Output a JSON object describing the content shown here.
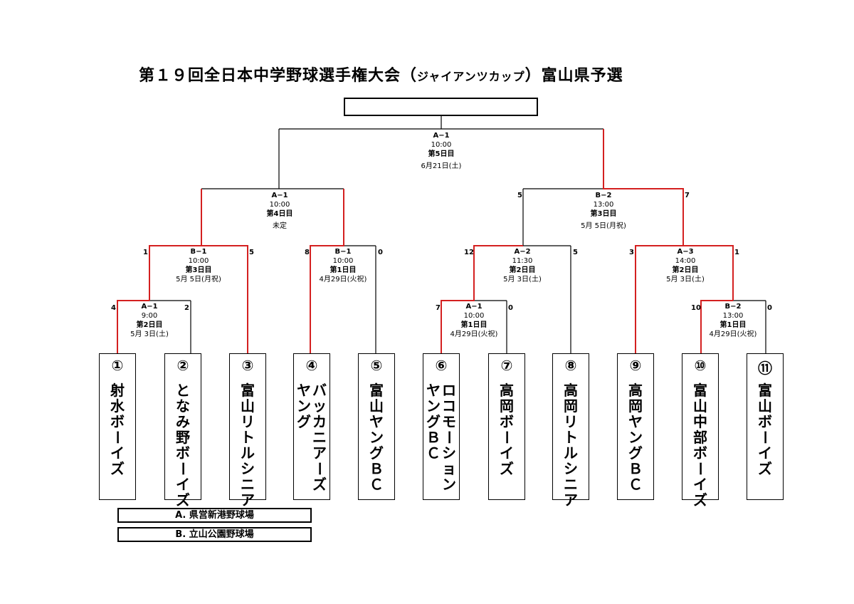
{
  "title_main": "第１９回全日本中学野球選手権大会（",
  "title_sub": "ジャイアンツカップ",
  "title_end": "）富山県予選",
  "champion_box": "",
  "teams": [
    {
      "num": "①",
      "cols": [
        "射水ボーイズ"
      ]
    },
    {
      "num": "②",
      "cols": [
        "となみ野ボーイズ"
      ]
    },
    {
      "num": "③",
      "cols": [
        "富山リトルシニア"
      ]
    },
    {
      "num": "④",
      "cols": [
        "バッカニアーズ",
        "ヤング"
      ]
    },
    {
      "num": "⑤",
      "cols": [
        "富山ヤングＢＣ"
      ]
    },
    {
      "num": "⑥",
      "cols": [
        "ロコモーション",
        "ヤングＢＣ"
      ]
    },
    {
      "num": "⑦",
      "cols": [
        "高岡ボーイズ"
      ]
    },
    {
      "num": "⑧",
      "cols": [
        "高岡リトルシニア"
      ]
    },
    {
      "num": "⑨",
      "cols": [
        "高岡ヤングＢＣ"
      ]
    },
    {
      "num": "⑩",
      "cols": [
        "富山中部ボーイズ"
      ]
    },
    {
      "num": "⑪",
      "cols": [
        "富山ボーイズ"
      ]
    }
  ],
  "matches": {
    "r1_left": {
      "game": "A−1",
      "time": "9:00",
      "day": "第2日目",
      "date": "5月 3日(土)",
      "score_l": "4",
      "score_r": "2"
    },
    "r1_c1": {
      "game": "B−1",
      "time": "10:00",
      "day": "第1日目",
      "date": "4月29日(火祝)",
      "score_l": "8",
      "score_r": "0"
    },
    "r1_c2": {
      "game": "A−1",
      "time": "10:00",
      "day": "第1日目",
      "date": "4月29日(火祝)",
      "score_l": "7",
      "score_r": "0"
    },
    "r1_right": {
      "game": "B−2",
      "time": "13:00",
      "day": "第1日目",
      "date": "4月29日(火祝)",
      "score_l": "10",
      "score_r": "0"
    },
    "r2_left": {
      "game": "B−1",
      "time": "10:00",
      "day": "第3日目",
      "date": "5月 5日(月祝)",
      "score_l": "1",
      "score_r": "5"
    },
    "r2_c": {
      "game": "A−2",
      "time": "11:30",
      "day": "第2日目",
      "date": "5月 3日(土)",
      "score_l": "12",
      "score_r": "5"
    },
    "r2_right": {
      "game": "A−3",
      "time": "14:00",
      "day": "第2日目",
      "date": "5月 3日(土)",
      "score_l": "3",
      "score_r": "1"
    },
    "semi_left": {
      "game": "A−1",
      "time": "10:00",
      "day": "第4日目",
      "date": "未定"
    },
    "semi_right": {
      "game": "B−2",
      "time": "13:00",
      "day": "第3日目",
      "date": "5月 5日(月祝)",
      "score_l": "5",
      "score_r": "7"
    },
    "final": {
      "game": "A−1",
      "time": "10:00",
      "day": "第5日目",
      "date": "6月21日(土)"
    }
  },
  "venues": [
    "A. 県営新港野球場",
    "B. 立山公園野球場"
  ],
  "colors": {
    "line": "#000000",
    "winner": "#d42020"
  }
}
